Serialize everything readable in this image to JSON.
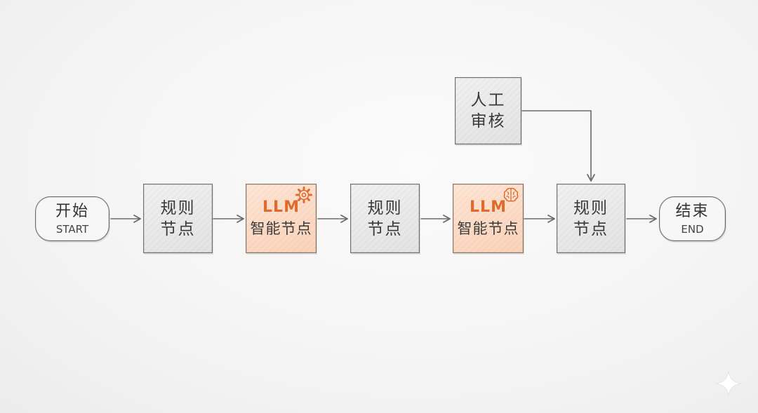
{
  "nodes": {
    "start": {
      "main": "开始",
      "sub": "START"
    },
    "rule1": {
      "label": "规则\n节点"
    },
    "llm1": {
      "title": "LLM",
      "sub": "智能节点"
    },
    "rule2": {
      "label": "规则\n节点"
    },
    "llm2": {
      "title": "LLM",
      "sub": "智能节点"
    },
    "rule3": {
      "label": "规则\n节点"
    },
    "review": {
      "label": "人工\n审核"
    },
    "end": {
      "main": "结束",
      "sub": "END"
    }
  },
  "icons": {
    "llm1_badge": "gear-icon",
    "llm2_badge": "brain-icon",
    "watermark": "sparkle-icon"
  },
  "colors": {
    "accent": "#e06a2c",
    "llm_fill": "#fbdcc8",
    "rule_fill": "#e8e8e8",
    "stroke": "#6f6f6f"
  }
}
